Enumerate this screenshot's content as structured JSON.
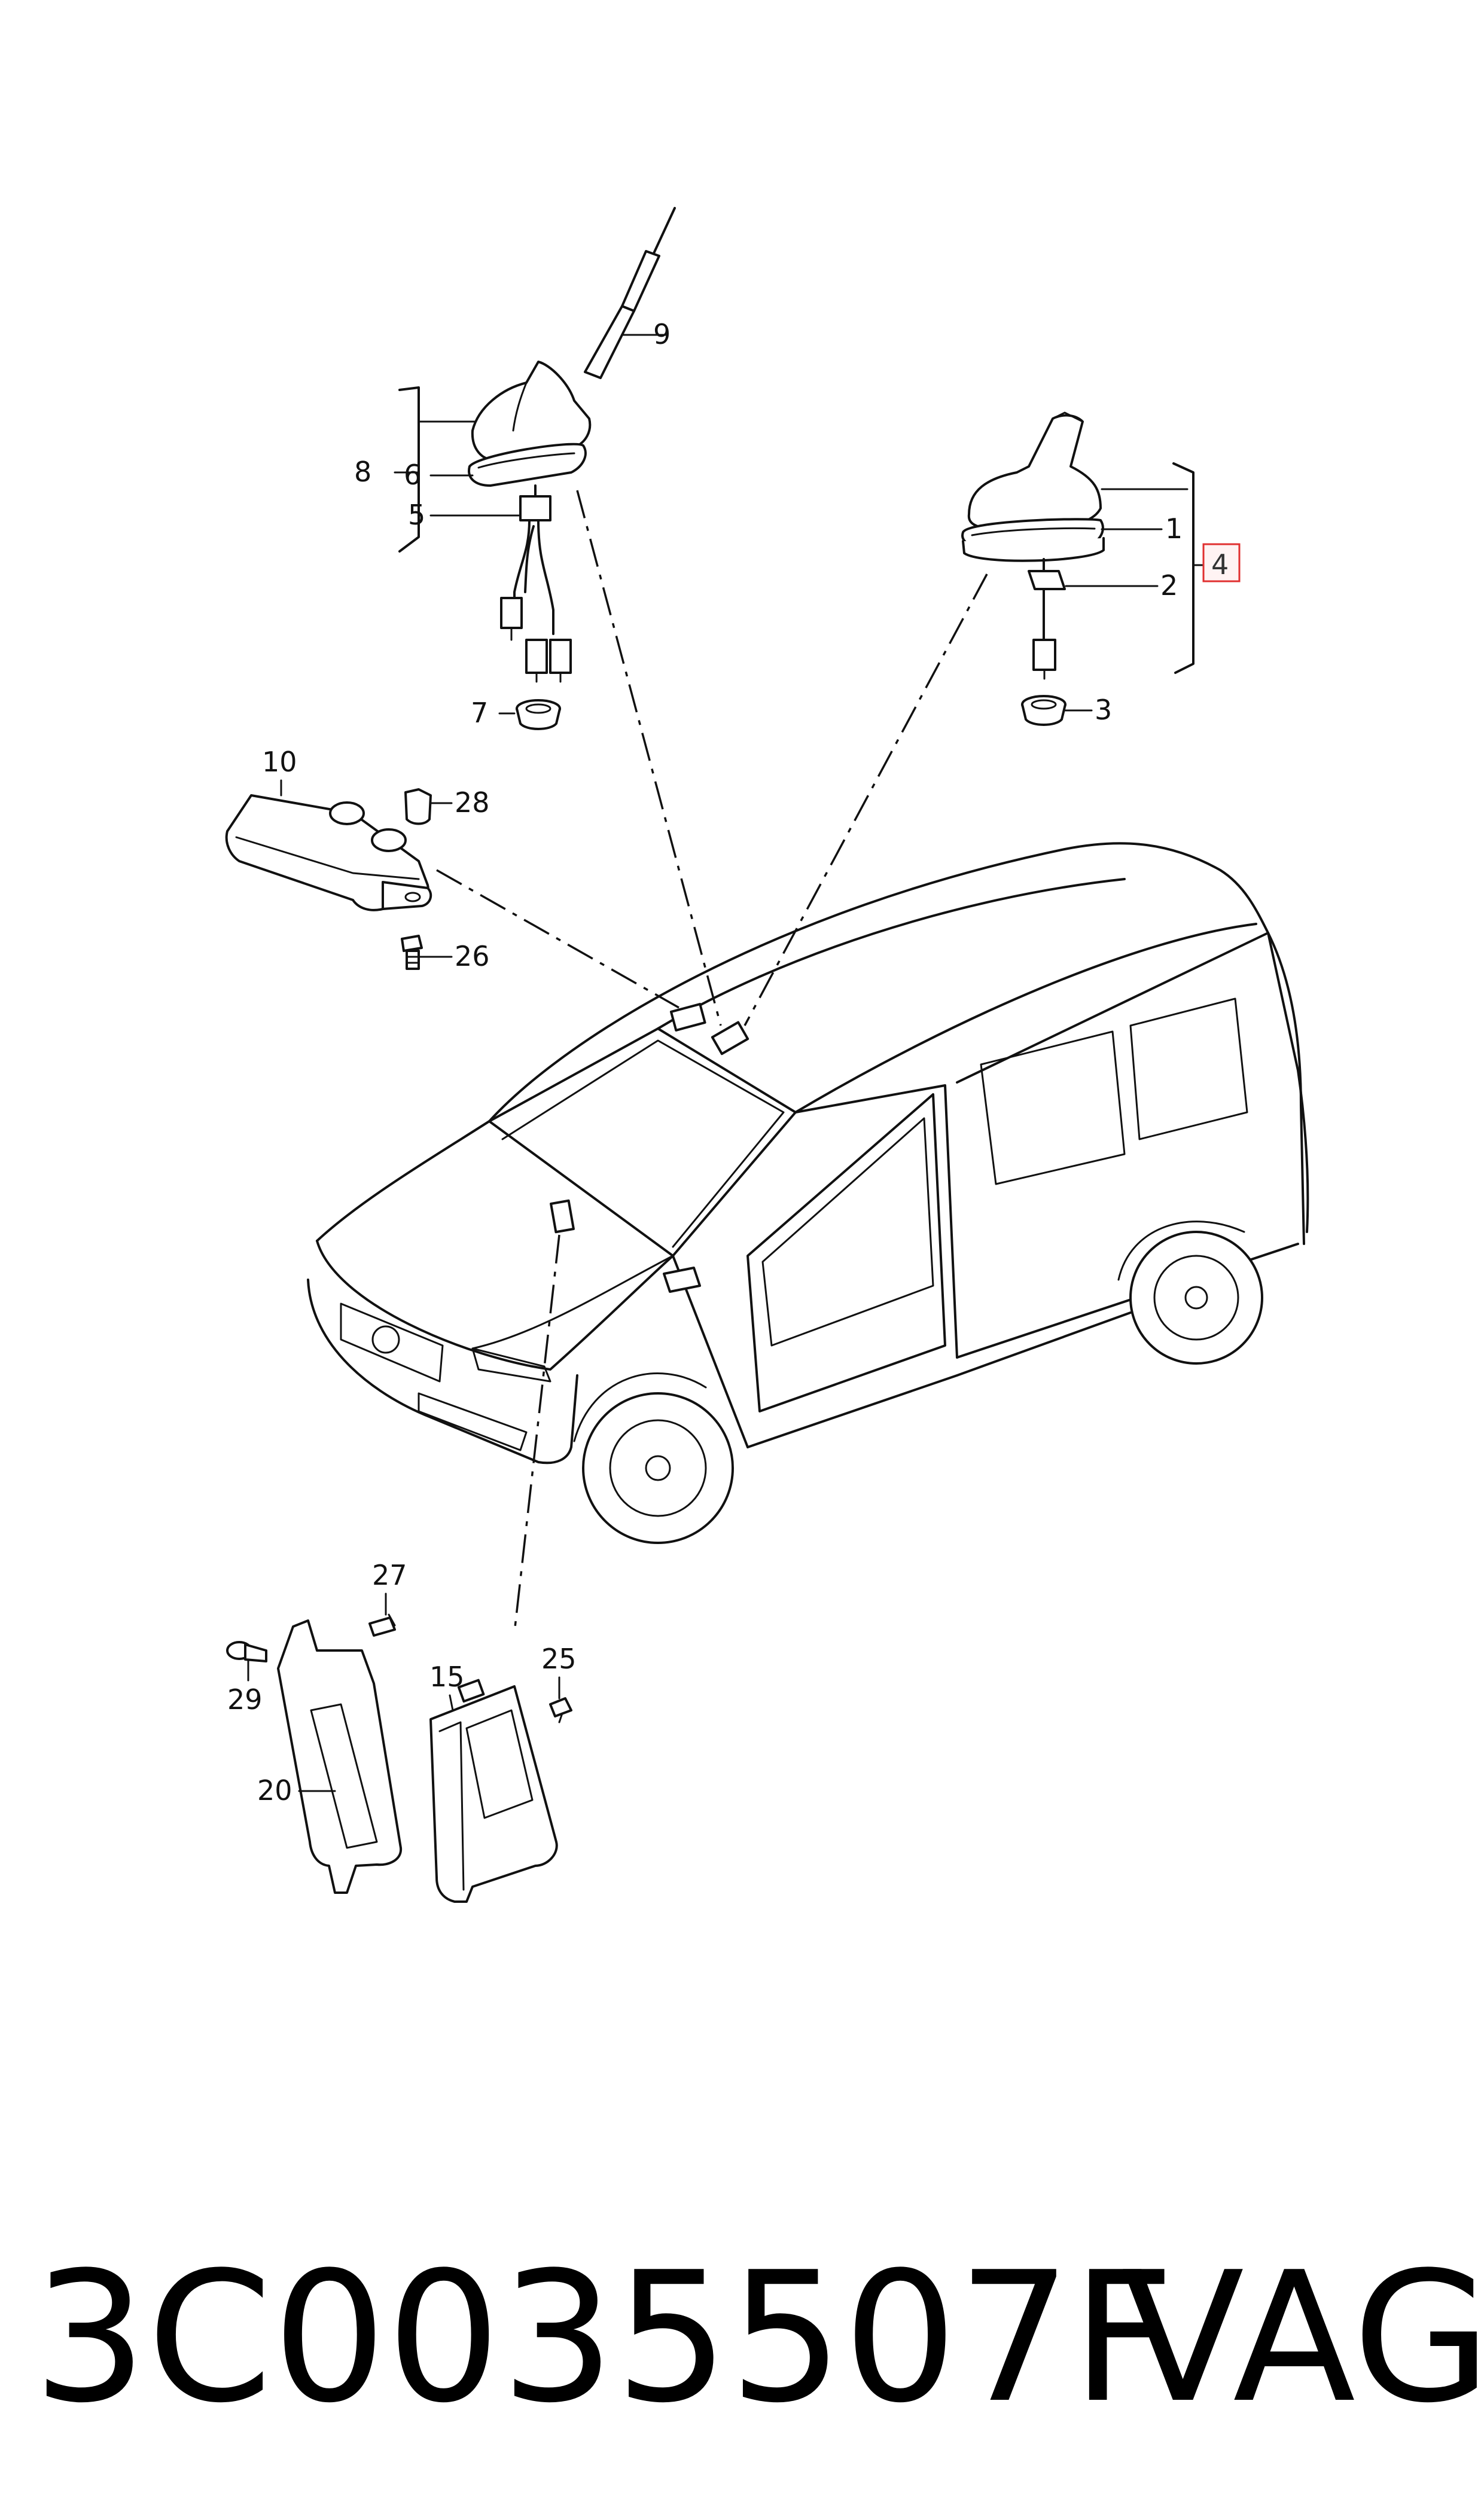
{
  "diagram": {
    "part_labels": {
      "p1": "1",
      "p2": "2",
      "p3": "3",
      "p4": "4",
      "p5": "5",
      "p6": "6",
      "p7": "7",
      "p8": "8",
      "p9": "9",
      "p10": "10",
      "p15": "15",
      "p20": "20",
      "p25": "25",
      "p26": "26",
      "p27": "27",
      "p28": "28",
      "p29": "29"
    },
    "highlight_color": "#e03030"
  },
  "caption": {
    "part_number": "3C0035507F",
    "brand": "VAG"
  }
}
